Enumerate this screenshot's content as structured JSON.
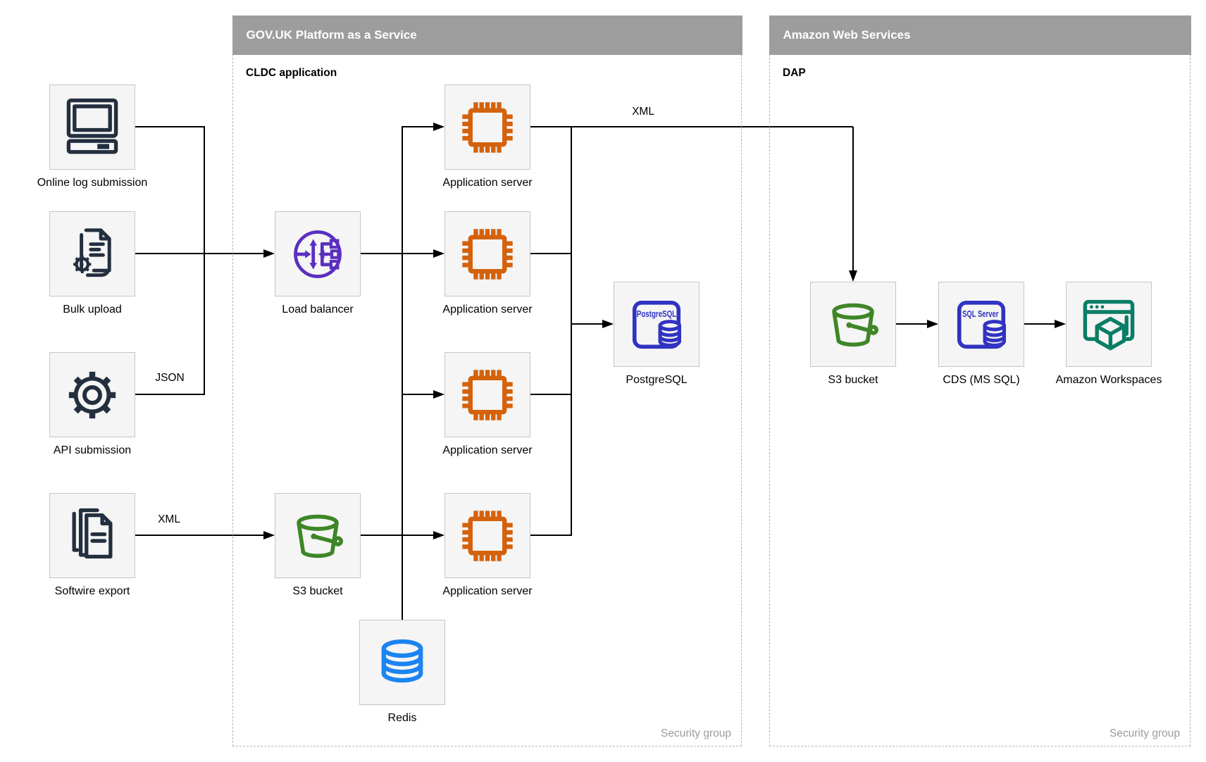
{
  "diagram": {
    "containers": [
      {
        "id": "paas",
        "title": "GOV.UK Platform as a Service",
        "subtitle": "CLDC application",
        "footer": "Security group"
      },
      {
        "id": "aws",
        "title": "Amazon Web Services",
        "subtitle": "DAP",
        "footer": "Security group"
      }
    ],
    "nodes": [
      {
        "id": "online-log-submission",
        "label": "Online log submission",
        "icon": "computer-monitor"
      },
      {
        "id": "bulk-upload",
        "label": "Bulk upload",
        "icon": "document-gear"
      },
      {
        "id": "api-submission",
        "label": "API submission",
        "icon": "gear"
      },
      {
        "id": "softwire-export",
        "label": "Softwire export",
        "icon": "document-stack"
      },
      {
        "id": "load-balancer",
        "label": "Load balancer",
        "icon": "elastic-load-balancer"
      },
      {
        "id": "app-server-1",
        "label": "Application server",
        "icon": "chip"
      },
      {
        "id": "app-server-2",
        "label": "Application server",
        "icon": "chip"
      },
      {
        "id": "app-server-3",
        "label": "Application server",
        "icon": "chip"
      },
      {
        "id": "app-server-4",
        "label": "Application server",
        "icon": "chip"
      },
      {
        "id": "postgresql",
        "label": "PostgreSQL",
        "icon": "database-frame",
        "icon_text": "PostgreSQL"
      },
      {
        "id": "s3-bucket-paas",
        "label": "S3 bucket",
        "icon": "s3-bucket"
      },
      {
        "id": "redis",
        "label": "Redis",
        "icon": "database-cylinder"
      },
      {
        "id": "s3-bucket-aws",
        "label": "S3 bucket",
        "icon": "s3-bucket"
      },
      {
        "id": "cds-ms-sql",
        "label": "CDS (MS SQL)",
        "icon": "database-frame",
        "icon_text": "SQL Server"
      },
      {
        "id": "amazon-workspaces",
        "label": "Amazon Workspaces",
        "icon": "workspaces-window"
      }
    ],
    "edge_labels": [
      {
        "id": "json-label",
        "text": "JSON"
      },
      {
        "id": "xml-softwire-label",
        "text": "XML"
      },
      {
        "id": "xml-dap-label",
        "text": "XML"
      }
    ],
    "colors": {
      "icon_navy": "#232f3e",
      "icon_orange": "#d4620c",
      "icon_purple": "#5a2fc0",
      "icon_green": "#3e8627",
      "icon_indigo": "#3133c1",
      "icon_blue": "#1b84f0",
      "icon_teal": "#0a7d66",
      "header_gray": "#9d9d9d",
      "node_fill": "#f5f5f5",
      "node_border": "#c6c6c6",
      "connector_black": "#000000",
      "security_gray": "#9b9b9b"
    }
  }
}
